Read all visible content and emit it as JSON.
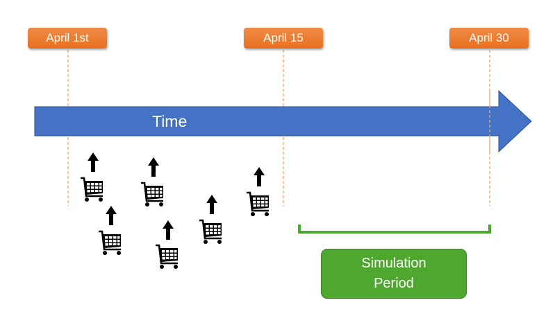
{
  "dates": [
    "April 1st",
    "April 15",
    "April 30"
  ],
  "timeline": {
    "label": "Time",
    "color": "#4472C4"
  },
  "simulation": {
    "line1": "Simulation",
    "line2": "Period",
    "color": "#4EA72E"
  },
  "colors": {
    "date_label": "#ED7D31",
    "bracket": "#4EA72E"
  },
  "icons": {
    "cart": "shopping-cart-icon",
    "arrow": "up-arrow-icon"
  }
}
